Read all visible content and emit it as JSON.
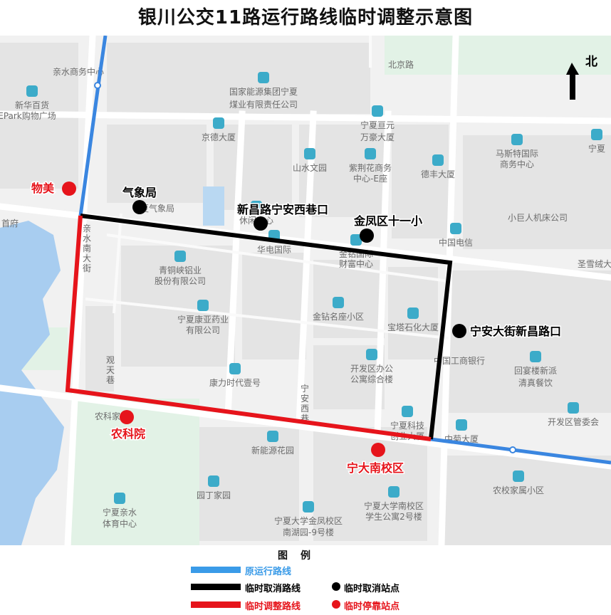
{
  "title": "银川公交11路运行路线临时调整示意图",
  "north_label": "北",
  "colors": {
    "original_route": "#3a86e0",
    "cancelled_route": "#000000",
    "adjusted_route": "#e6141b",
    "cancelled_stop": "#000000",
    "temporary_stop": "#e6141b",
    "poi_icon": "#38a8c8"
  },
  "stops_cancelled": [
    {
      "label": "气象局"
    },
    {
      "label": "新昌路宁安西巷口"
    },
    {
      "label": "金凤区十一小"
    },
    {
      "label": "宁安大街新昌路口"
    }
  ],
  "stops_temporary": [
    {
      "label": "物美"
    },
    {
      "label": "农科院"
    },
    {
      "label": "宁大南校区"
    }
  ],
  "pois": [
    {
      "label": "亲水商务中心"
    },
    {
      "label": "新华百货"
    },
    {
      "label": "EPark购物广场"
    },
    {
      "label": "国家能源集团宁夏"
    },
    {
      "label": "煤业有限责任公司"
    },
    {
      "label": "北京路"
    },
    {
      "label": "京德大厦"
    },
    {
      "label": "宁夏亘元"
    },
    {
      "label": "万豪大厦"
    },
    {
      "label": "山水文园"
    },
    {
      "label": "紫荆花商务"
    },
    {
      "label": "中心-E座"
    },
    {
      "label": "德丰大厦"
    },
    {
      "label": "马斯特国际"
    },
    {
      "label": "商务中心"
    },
    {
      "label": "宁夏"
    },
    {
      "label": "宁夏气象局"
    },
    {
      "label": "休闲中心"
    },
    {
      "label": "小巨人机床公司"
    },
    {
      "label": "中国电信"
    },
    {
      "label": "圣雪绒大"
    },
    {
      "label": "首府"
    },
    {
      "label": "华电国际"
    },
    {
      "label": "金钻国际"
    },
    {
      "label": "财富中心"
    },
    {
      "label": "青铜峡铝业"
    },
    {
      "label": "股份有限公司"
    },
    {
      "label": "宁夏康亚药业"
    },
    {
      "label": "有限公司"
    },
    {
      "label": "金钻名座小区"
    },
    {
      "label": "宝塔石化大厦"
    },
    {
      "label": "中国工商银行"
    },
    {
      "label": "开发区办公"
    },
    {
      "label": "公寓综合楼"
    },
    {
      "label": "回宴楼新派"
    },
    {
      "label": "清真餐饮"
    },
    {
      "label": "康力时代壹号"
    },
    {
      "label": "开发区管委会"
    },
    {
      "label": "农科家属"
    },
    {
      "label": "宁夏科技"
    },
    {
      "label": "创业大厦"
    },
    {
      "label": "中菊大厦"
    },
    {
      "label": "新能源花园"
    },
    {
      "label": "农校家属小区"
    },
    {
      "label": "园丁家园"
    },
    {
      "label": "宁夏大学南校区"
    },
    {
      "label": "学生公寓2号楼"
    },
    {
      "label": "宁夏亲水"
    },
    {
      "label": "体育中心"
    },
    {
      "label": "宁夏大学金凤校区"
    },
    {
      "label": "南湖园-9号楼"
    },
    {
      "label": "亲水南大街"
    },
    {
      "label": "观天巷"
    },
    {
      "label": "宁安西巷"
    }
  ],
  "legend": {
    "title": "图例",
    "original_route": "原运行路线",
    "cancelled_route": "临时取消路线",
    "adjusted_route": "临时调整路线",
    "cancelled_stop": "临时取消站点",
    "temporary_stop": "临时停靠站点"
  }
}
